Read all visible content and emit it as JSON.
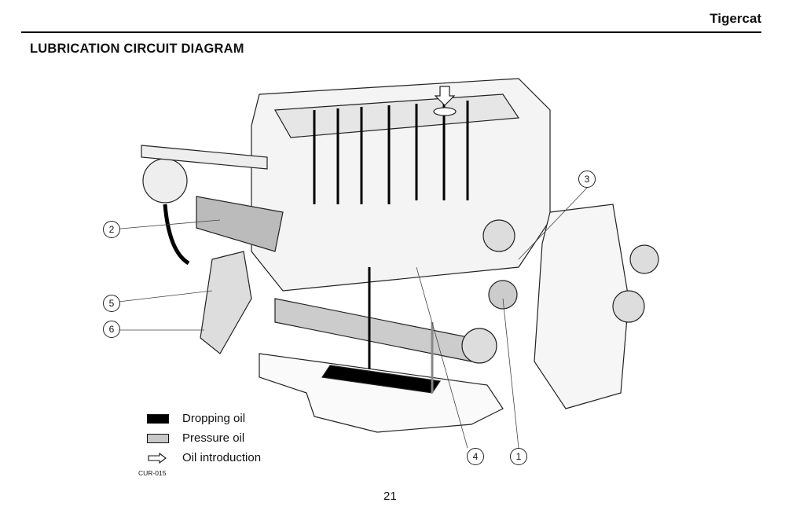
{
  "header": {
    "brand": "Tigercat"
  },
  "page": {
    "title": "LUBRICATION CIRCUIT DIAGRAM",
    "page_number": "21",
    "figure_code": "CUR-015"
  },
  "legend": {
    "items": [
      {
        "label": "Dropping oil",
        "icon": "black-swatch"
      },
      {
        "label": "Pressure oil",
        "icon": "gray-swatch"
      },
      {
        "label": "Oil introduction",
        "icon": "outline-arrow-right"
      }
    ]
  },
  "callouts": [
    "1",
    "2",
    "3",
    "4",
    "5",
    "6"
  ],
  "colors": {
    "dropping_oil": "#000000",
    "pressure_oil": "#c8c8c8"
  }
}
